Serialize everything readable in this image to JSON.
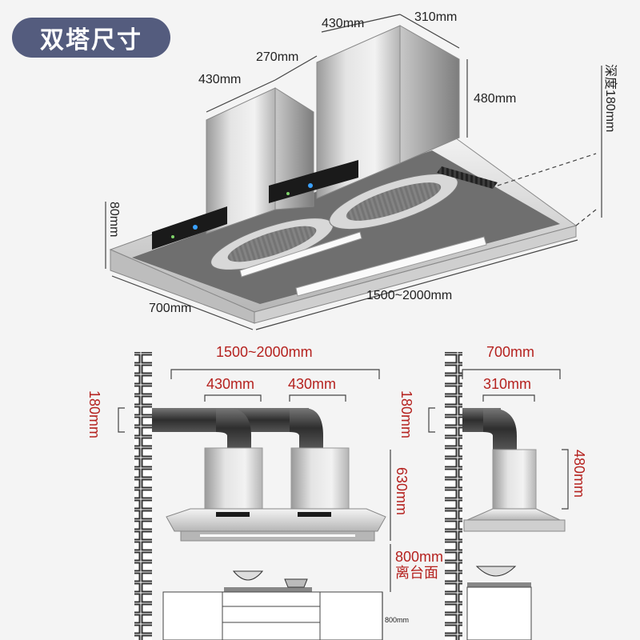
{
  "title": "双塔尺寸",
  "top": {
    "tower_left_width": "430mm",
    "tower_right_width": "430mm",
    "tower_right_depth": "310mm",
    "gap": "270mm",
    "tower_height": "480mm",
    "depth": "深度180mm",
    "panel_height": "80mm",
    "hood_depth": "700mm",
    "hood_length": "1500~2000mm"
  },
  "front": {
    "length": "1500~2000mm",
    "tower_left": "430mm",
    "tower_right": "430mm",
    "duct_height": "180mm",
    "total_height": "630mm",
    "install_height": "800mm",
    "install_note": "离台面",
    "cabinet_height": "800mm"
  },
  "side": {
    "depth": "700mm",
    "tower_depth": "310mm",
    "duct_height": "180mm",
    "tower_height": "480mm"
  },
  "colors": {
    "badge": "#545c7e",
    "dim_red": "#b5221f",
    "steel_light": "#e6e6e6",
    "steel_dark": "#8a8a8a",
    "duct": "#3c3c3c"
  }
}
